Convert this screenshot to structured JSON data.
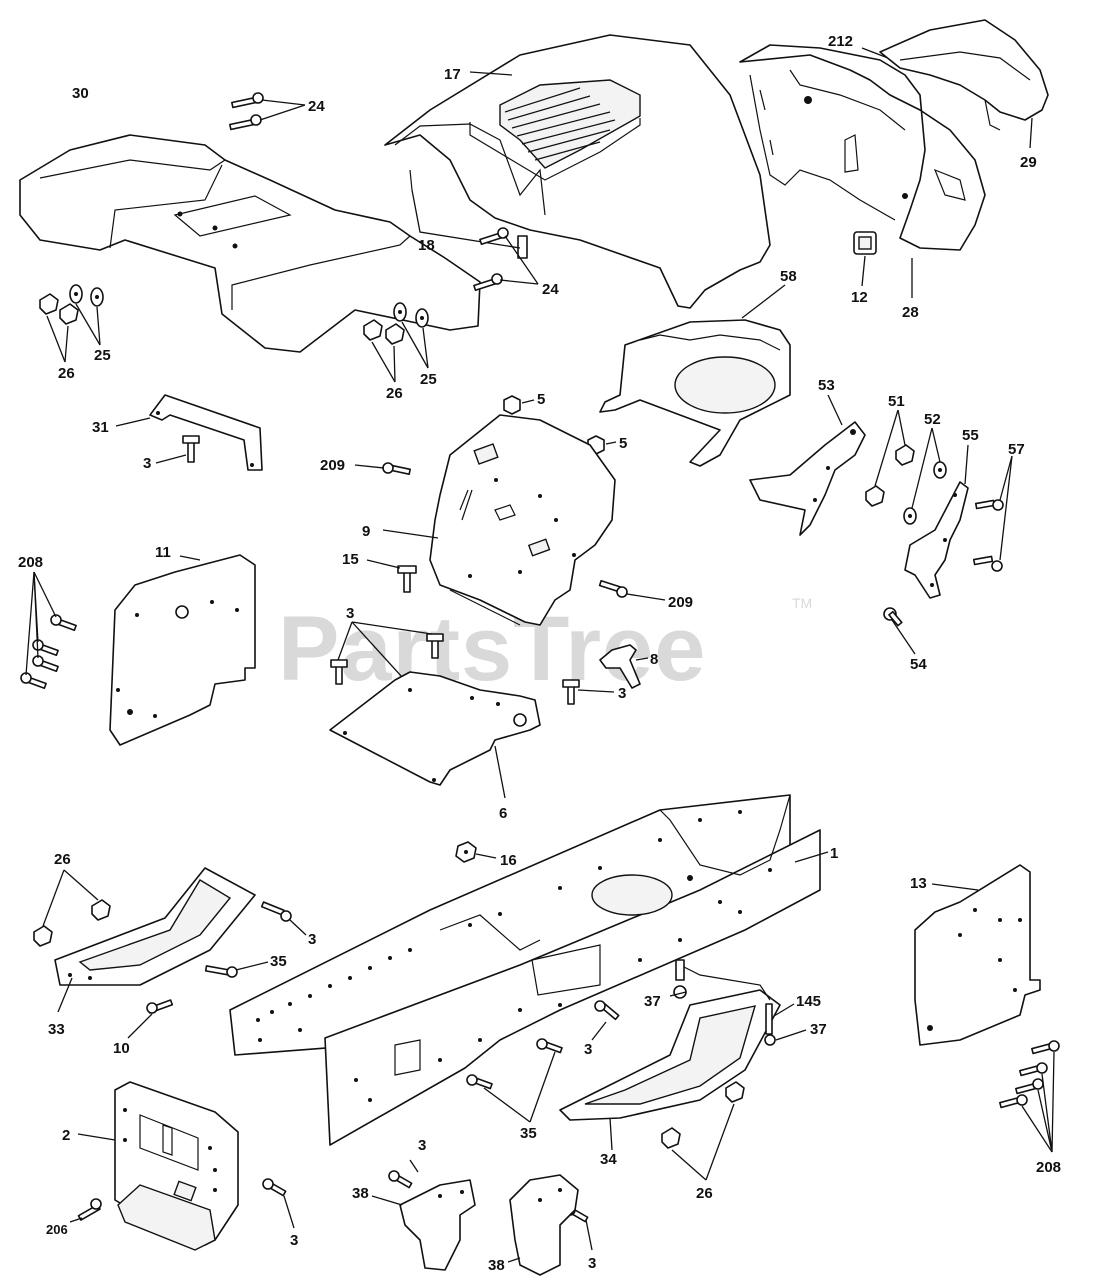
{
  "watermark": {
    "text": "PartsTree",
    "trademark": "TM"
  },
  "labels": {
    "l1": "1",
    "l2": "2",
    "l3a": "3",
    "l3b": "3",
    "l3c": "3",
    "l3d": "3",
    "l3e": "3",
    "l3f": "3",
    "l3g": "3",
    "l3h": "3",
    "l5a": "5",
    "l5b": "5",
    "l6": "6",
    "l8": "8",
    "l9": "9",
    "l10": "10",
    "l11": "11",
    "l12": "12",
    "l13": "13",
    "l15": "15",
    "l16": "16",
    "l17": "17",
    "l18": "18",
    "l24a": "24",
    "l24b": "24",
    "l25a": "25",
    "l25b": "25",
    "l26a": "26",
    "l26b": "26",
    "l26c": "26",
    "l26d": "26",
    "l28": "28",
    "l29": "29",
    "l30": "30",
    "l31": "31",
    "l33": "33",
    "l34": "34",
    "l35a": "35",
    "l35b": "35",
    "l37a": "37",
    "l37b": "37",
    "l38a": "38",
    "l38b": "38",
    "l51": "51",
    "l52": "52",
    "l53": "53",
    "l54": "54",
    "l55": "55",
    "l57": "57",
    "l58": "58",
    "l145": "145",
    "l206": "206",
    "l208a": "208",
    "l208b": "208",
    "l209a": "209",
    "l209b": "209",
    "l212": "212"
  }
}
